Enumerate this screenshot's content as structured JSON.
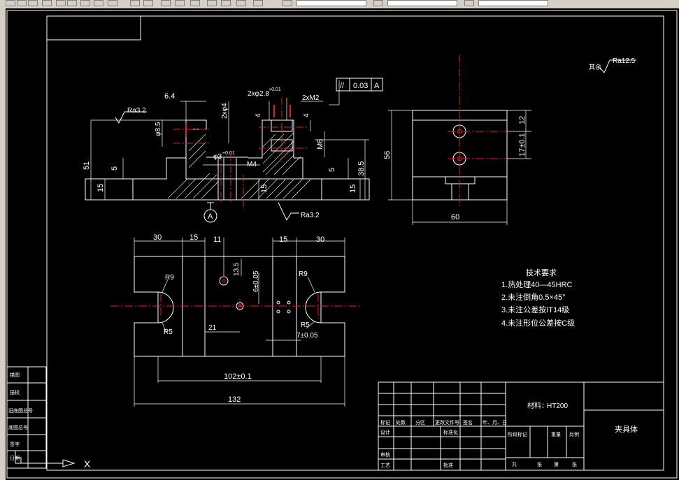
{
  "toolbar": {
    "combo1": "",
    "combo2": "",
    "combo3": ""
  },
  "drawing": {
    "roughness_general": "Ra12.5",
    "roughness_general_prefix": "其余",
    "ra_left": "Ra3.2",
    "ra_bottom": "Ra3.2",
    "datum": "A",
    "tolerance_symbol": "//",
    "tolerance_value": "0.03",
    "tolerance_datum": "A",
    "front_view": {
      "dims": {
        "d64": "6.4",
        "d2x42": "2xφ2.8",
        "d001": "+0.01",
        "d2xm2": "2xM2",
        "d2x4": "2xφ4",
        "d85": "φ8.5",
        "d51": "51",
        "d5a": "5",
        "d15a": "15",
        "d3": "φ3",
        "d3tol": "+0.01",
        "m4": "M4",
        "d4a": "4",
        "d4b": "4",
        "m6": "M6",
        "d385": "38.5",
        "d5b": "5",
        "d15b": "15",
        "d15c": "15"
      }
    },
    "side_view": {
      "dims": {
        "d56": "56",
        "d12": "12",
        "d17": "17±0.1",
        "d60": "60"
      }
    },
    "top_view": {
      "dims": {
        "d30a": "30",
        "d15a": "15",
        "d11": "11",
        "d15b": "15",
        "d30b": "30",
        "d135": "13.5",
        "d6": "6±0.05",
        "r9a": "R9",
        "r9b": "R9",
        "r5a": "R5",
        "r5b": "R5",
        "d21": "21",
        "d7": "7±0.05",
        "d102": "102±0.1",
        "d132": "132"
      }
    },
    "tech_requirements": {
      "title": "技术要求",
      "items": [
        "1.热处理40—45HRC",
        "2.未注倒角0.5×45°",
        "3.未注公差按IT14级",
        "4.未注形位公差按C级"
      ]
    },
    "title_block": {
      "material_label": "材料：",
      "material": "HT200",
      "part_name": "夹具体",
      "cells": {
        "biaoji": "标记",
        "chushu": "处数",
        "fenqu": "分区",
        "genggai": "更改文件号",
        "qianming": "签名",
        "date": "年、月、日",
        "sheji": "设计",
        "biaozhunhua": "标准化",
        "shenhe": "审核",
        "gongyi": "工艺",
        "pizhun": "批准",
        "jieduan": "阶段标记",
        "zhongliang": "重量",
        "bili": "比例",
        "gong": "共",
        "zhang": "张",
        "di": "第",
        "zhang2": "张"
      }
    },
    "left_strip": {
      "items": [
        "描图",
        "描校",
        "旧底图总号",
        "底图总号",
        "签字",
        "日期"
      ]
    },
    "ucs": "X"
  }
}
